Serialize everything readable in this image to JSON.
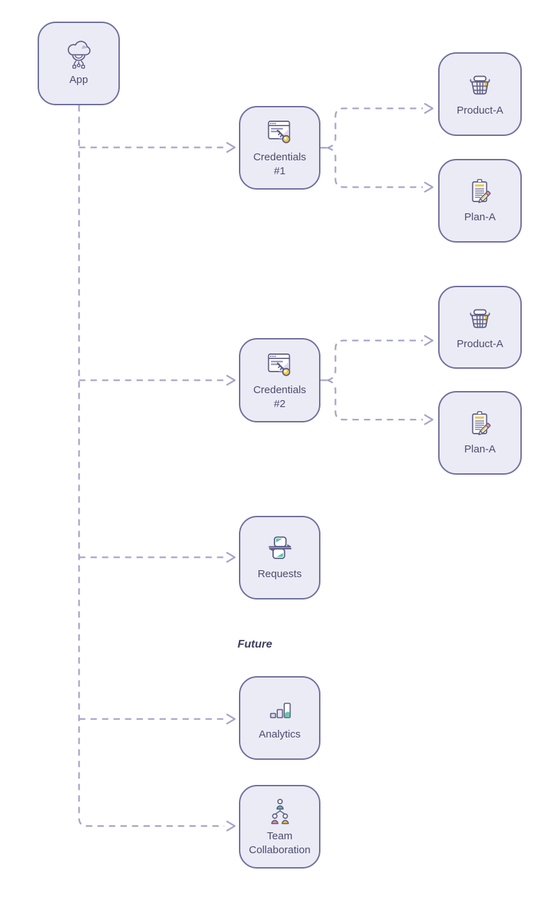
{
  "diagram": {
    "section_label": "Future",
    "nodes": [
      {
        "id": "app",
        "label": "App",
        "icon": "cloud-app-icon"
      },
      {
        "id": "credentials-1",
        "label": "Credentials #1",
        "icon": "browser-key-icon"
      },
      {
        "id": "product-a-1",
        "label": "Product-A",
        "icon": "product-basket-icon"
      },
      {
        "id": "plan-a-1",
        "label": "Plan-A",
        "icon": "plan-clipboard-pencil-icon"
      },
      {
        "id": "credentials-2",
        "label": "Credentials #2",
        "icon": "browser-key-icon"
      },
      {
        "id": "product-a-2",
        "label": "Product-A",
        "icon": "product-basket-icon"
      },
      {
        "id": "plan-a-2",
        "label": "Plan-A",
        "icon": "plan-clipboard-pencil-icon"
      },
      {
        "id": "requests",
        "label": "Requests",
        "icon": "exchange-pages-icon"
      },
      {
        "id": "analytics",
        "label": "Analytics",
        "icon": "bar-chart-icon"
      },
      {
        "id": "team-collaboration",
        "label": "Team Collaboration",
        "icon": "team-people-icon"
      }
    ],
    "edges": [
      {
        "from": "app",
        "to": "credentials-1"
      },
      {
        "from": "app",
        "to": "credentials-2"
      },
      {
        "from": "app",
        "to": "requests"
      },
      {
        "from": "app",
        "to": "analytics"
      },
      {
        "from": "app",
        "to": "team-collaboration"
      },
      {
        "from": "credentials-1",
        "to": "product-a-1"
      },
      {
        "from": "credentials-1",
        "to": "plan-a-1"
      },
      {
        "from": "credentials-2",
        "to": "product-a-2"
      },
      {
        "from": "credentials-2",
        "to": "plan-a-2"
      }
    ],
    "colors": {
      "node_fill": "#ebebf6",
      "node_border": "#6f6f9e",
      "connector": "#a4a4c9",
      "label_text": "#4b4b70",
      "icon_stroke": "#5b5b84",
      "accent_yellow": "#eec43d",
      "accent_teal": "#57c7a4",
      "accent_pink": "#ef8f9a",
      "accent_light_purple": "#b9bade"
    }
  }
}
